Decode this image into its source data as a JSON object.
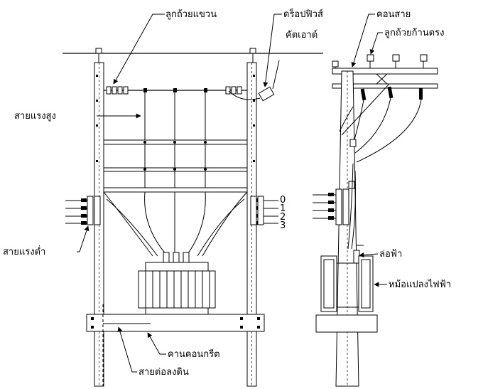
{
  "labels": {
    "suspension_insulator": "ลูกถ้วยแขวน",
    "drop_fuse_line1": "ดร็อปฟิวส์",
    "drop_fuse_line2": "คัตเอาต์",
    "crossarm": "คอนสาย",
    "pin_insulator": "ลูกถ้วยก้านตรง",
    "high_voltage_line": "สายแรงสูง",
    "low_voltage_line": "สายแรงต่ำ",
    "lightning_arrester": "ล่อฟ้า",
    "transformer": "หม้อแปลงไฟฟ้า",
    "concrete_beam": "คานคอนกรีต",
    "ground_wire": "สายต่อลงดิน"
  },
  "lv_terminals": [
    "0",
    "1",
    "2",
    "3"
  ],
  "colors": {
    "line": "#000000",
    "background": "#ffffff"
  }
}
